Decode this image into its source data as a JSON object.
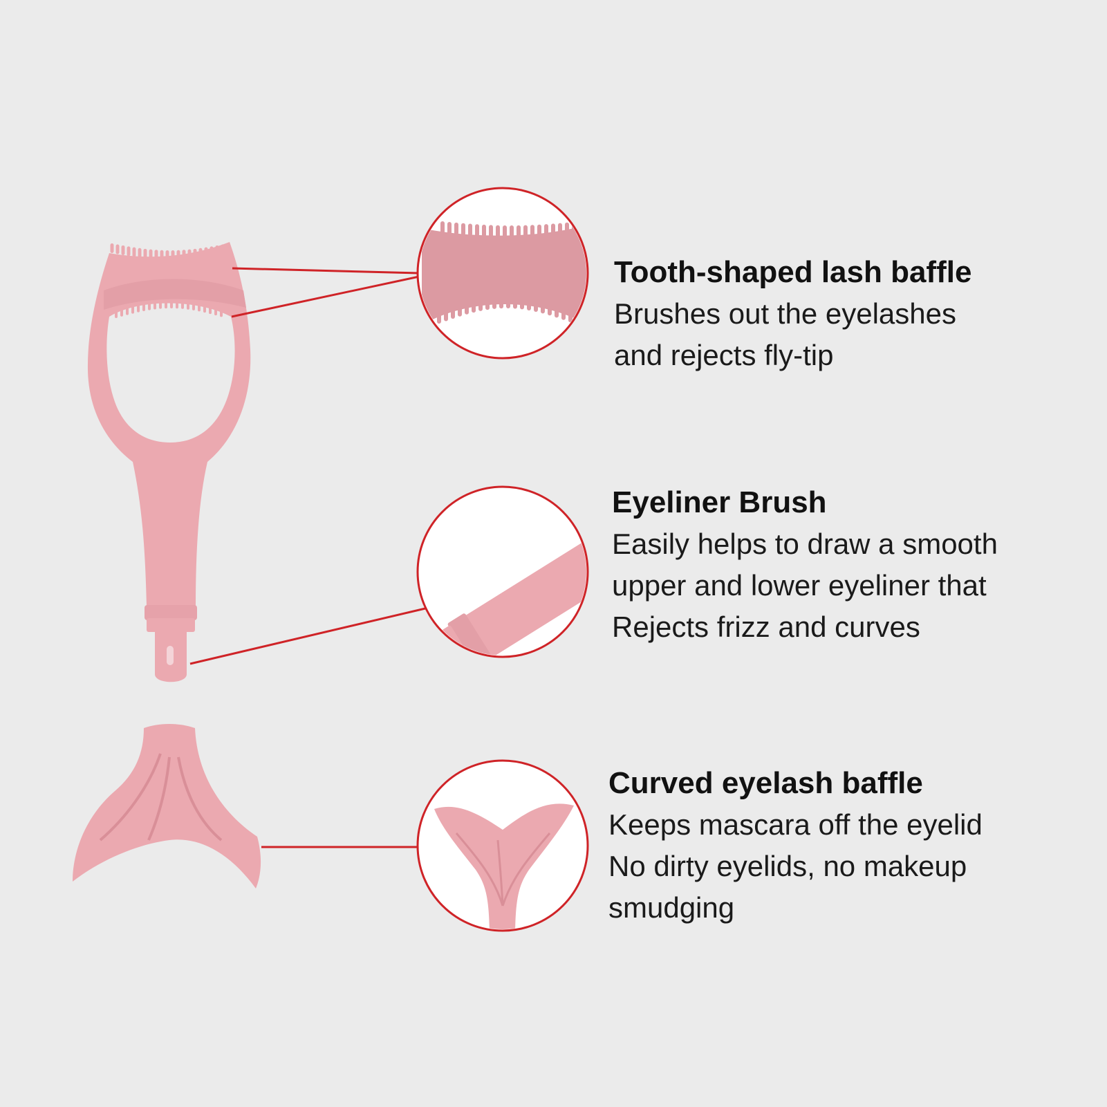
{
  "colors": {
    "background": "#ebebeb",
    "product_pink": "#eba9b0",
    "product_pink_dark": "#d98f98",
    "callout_red": "#cf2327"
  },
  "product": {
    "name": "mascara-shield-tool",
    "parts": [
      "lash-baffle-head",
      "eyeliner-brush-tip",
      "mermaid-tail-baffle"
    ]
  },
  "features": [
    {
      "title": "Tooth-shaped lash baffle",
      "lines": [
        "Brushes out the eyelashes",
        "and rejects fly-tip"
      ],
      "icon": "tooth-comb-closeup"
    },
    {
      "title": "Eyeliner Brush",
      "lines": [
        "Easily helps to draw a smooth",
        "upper and lower eyeliner that",
        "Rejects frizz and curves"
      ],
      "icon": "eyeliner-tip-closeup"
    },
    {
      "title": "Curved eyelash baffle",
      "lines": [
        "Keeps mascara off the eyelid",
        "No dirty eyelids, no makeup",
        "smudging"
      ],
      "icon": "tail-baffle-closeup"
    }
  ]
}
